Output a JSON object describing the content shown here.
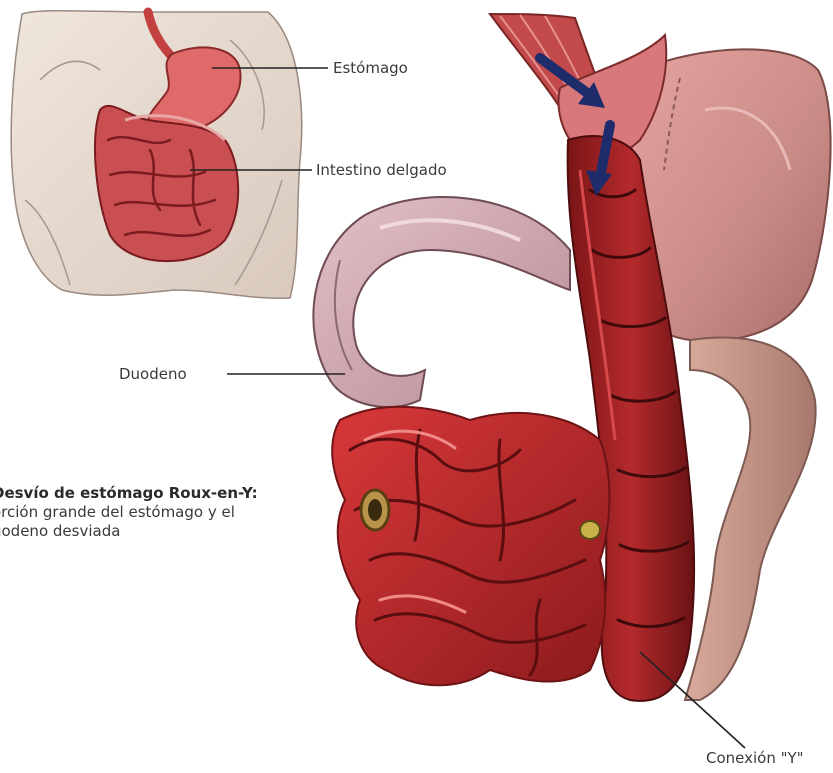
{
  "labels": {
    "stomach": "Estómago",
    "small_intestine": "Intestino delgado",
    "duodenum": "Duodeno",
    "y_connection": "Conexión \"Y\""
  },
  "caption": {
    "title": "Desvío de estómago Roux-en-Y:",
    "body": "orción grande del estómago y el uodeno desviada"
  },
  "colors": {
    "tissue_red": "#b8262b",
    "tissue_dark": "#6e1416",
    "stomach_pink": "#d28e8e",
    "duodenum_pink": "#cfa2ab",
    "skin": "#e6d9cf",
    "arrow_navy": "#1f2c6b",
    "leader_line": "#222222"
  }
}
